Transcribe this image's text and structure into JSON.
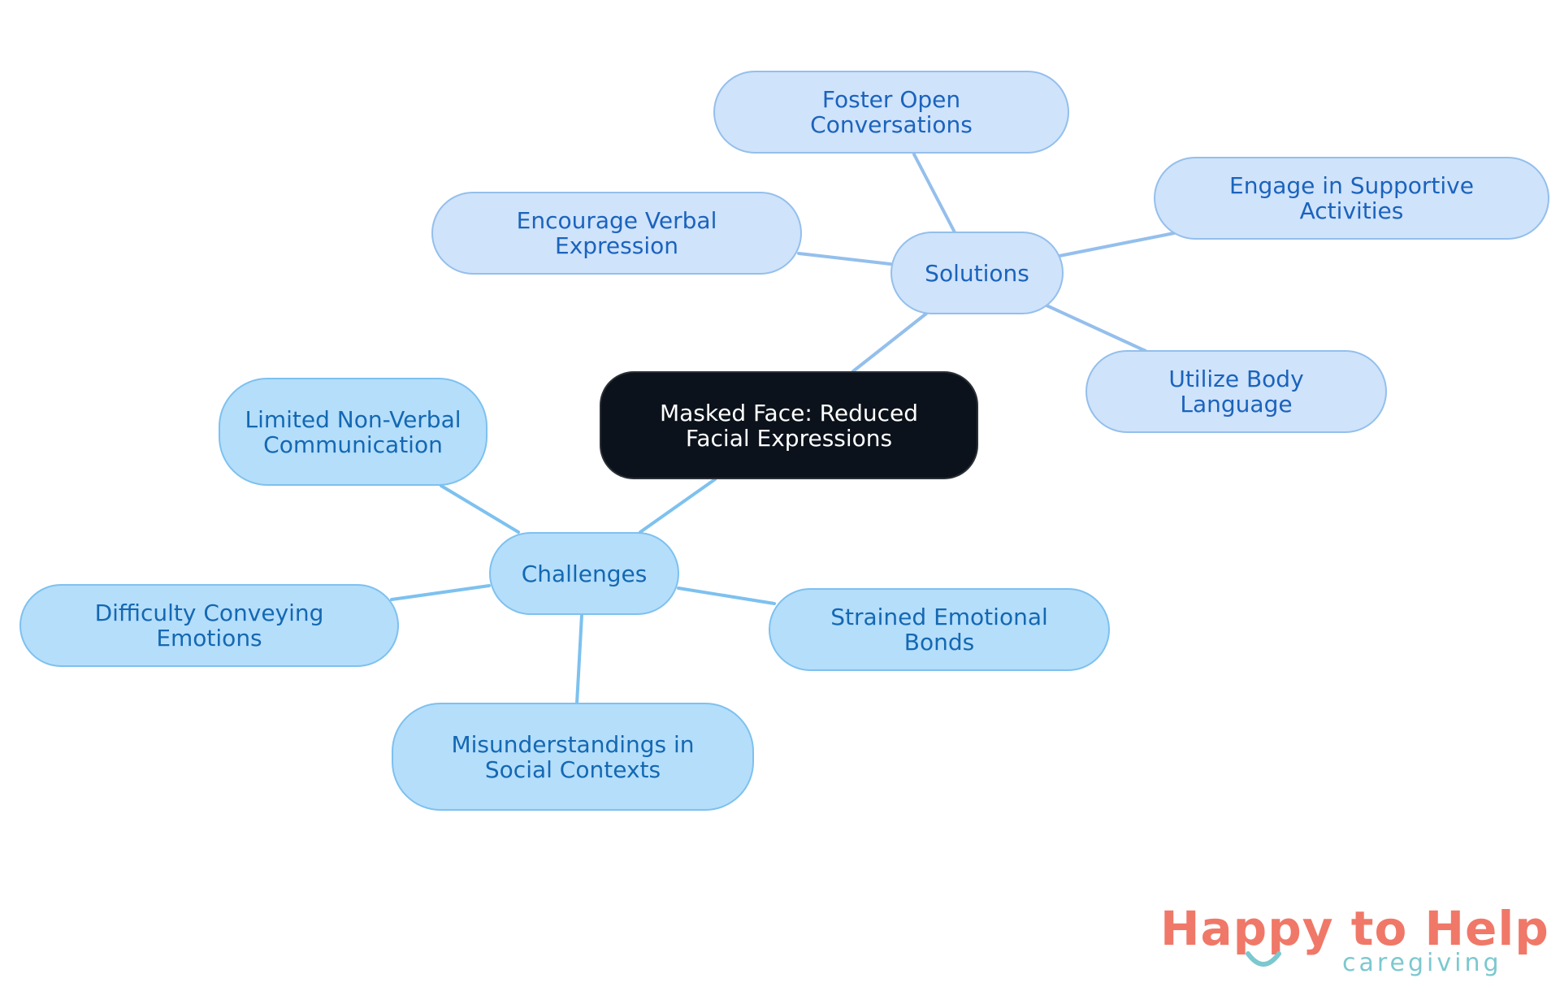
{
  "diagram": {
    "center": {
      "label": "Masked Face: Reduced Facial Expressions"
    },
    "solutions": {
      "label": "Solutions",
      "items": [
        {
          "label": "Foster Open Conversations"
        },
        {
          "label": "Encourage Verbal Expression"
        },
        {
          "label": "Engage in Supportive Activities"
        },
        {
          "label": "Utilize Body Language"
        }
      ]
    },
    "challenges": {
      "label": "Challenges",
      "items": [
        {
          "label": "Limited Non-Verbal Communication"
        },
        {
          "label": "Difficulty Conveying Emotions"
        },
        {
          "label": "Misunderstandings in Social Contexts"
        },
        {
          "label": "Strained Emotional Bonds"
        }
      ]
    }
  },
  "brand": {
    "name": "Happy to Help",
    "tagline": "caregiving"
  },
  "colors": {
    "center_fill": "#0c121b",
    "solutions_fill": "#cfe3fb",
    "solutions_text": "#1b63bc",
    "challenges_fill": "#b5defb",
    "challenges_text": "#1468b2",
    "brand_coral": "#f07868",
    "brand_teal": "#7cc8cf"
  }
}
